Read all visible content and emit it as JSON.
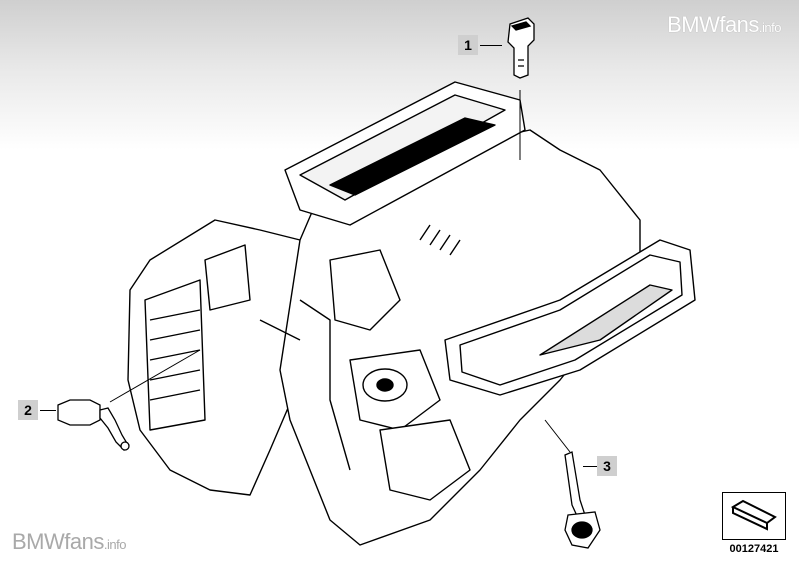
{
  "watermark": {
    "brand": "BMWfans",
    "suffix": ".info"
  },
  "callouts": [
    {
      "number": "1"
    },
    {
      "number": "2"
    },
    {
      "number": "3"
    }
  ],
  "reference_number": "00127421",
  "colors": {
    "callout_bg": "#cfcfcf",
    "line": "#000000",
    "header_gradient": "#cfcfcf"
  }
}
